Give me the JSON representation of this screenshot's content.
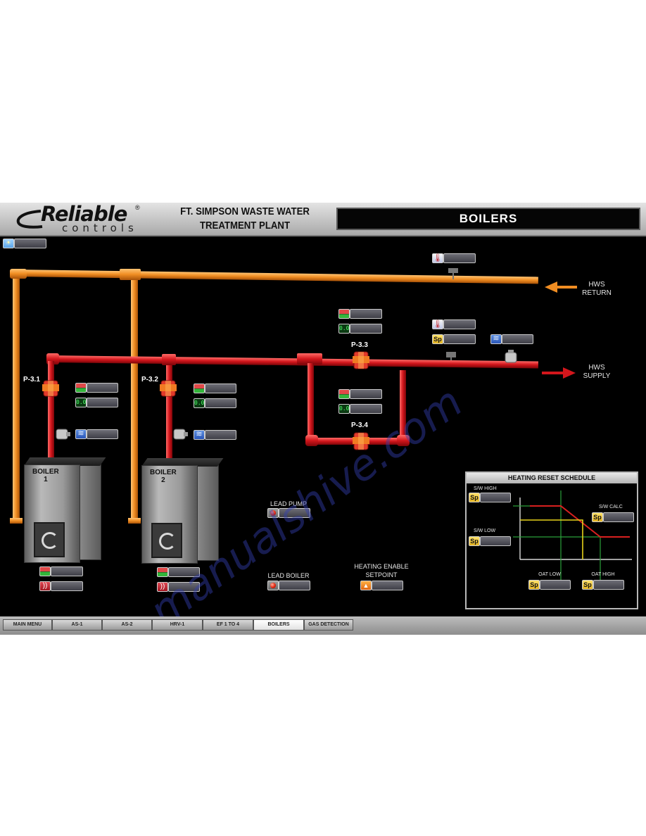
{
  "header": {
    "logo_text": "Reliable",
    "logo_sub": "controls",
    "plant_line1": "FT. SIMPSON WASTE WATER",
    "plant_line2": "TREATMENT PLANT",
    "page_title": "BOILERS"
  },
  "labels": {
    "hws_return_line1": "HWS",
    "hws_return_line2": "RETURN",
    "hws_supply_line1": "HWS",
    "hws_supply_line2": "SUPPLY",
    "lead_pump": "LEAD PUMP",
    "lead_boiler": "LEAD BOILER",
    "heating_enable_line1": "HEATING ENABLE",
    "heating_enable_line2": "SETPOINT"
  },
  "pumps": {
    "p31": "P-3.1",
    "p32": "P-3.2",
    "p33": "P-3.3",
    "p34": "P-3.4"
  },
  "boilers": {
    "b1_line1": "BOILER",
    "b1_line2": "1",
    "b2_line1": "BOILER",
    "b2_line2": "2"
  },
  "icons": {
    "digital": "0.0",
    "setpoint": "Sp"
  },
  "reset_schedule": {
    "title": "HEATING RESET SCHEDULE",
    "sw_high": "S/W HIGH",
    "sw_low": "S/W LOW",
    "sw_calc": "S/W CALC",
    "oat_low": "OAT LOW",
    "oat_high": "OAT HIGH",
    "colors": {
      "reset_line": "#d8201f",
      "calc_line": "#e8d21a",
      "guides": "#2aa03a"
    }
  },
  "watermark": "manualshive.com",
  "nav": [
    "MAIN MENU",
    "AS-1",
    "AS-2",
    "HRV-1",
    "EF 1 TO 4",
    "BOILERS",
    "GAS DETECTION"
  ],
  "nav_active": "BOILERS",
  "colors": {
    "return_pipe": "#f08d22",
    "supply_pipe": "#d3161c",
    "background": "#000000"
  }
}
